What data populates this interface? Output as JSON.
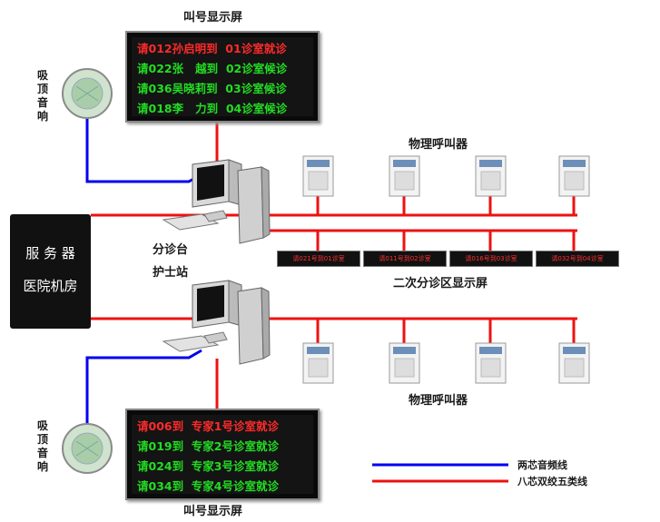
{
  "labels": {
    "top_display": "叫号显示屏",
    "bottom_display": "叫号显示屏",
    "ceiling_speaker": "吸顶音响",
    "physical_pager": "物理呼叫器",
    "triage_desk": "分诊台",
    "nurse_station": "护士站",
    "secondary_display": "二次分诊区显示屏"
  },
  "server": {
    "line1": "服 务 器",
    "line2": "医院机房"
  },
  "top_board": [
    {
      "text": "请012孙启明到  01诊室就诊",
      "color": "#ff2a2a"
    },
    {
      "text": "请022张   越到  02诊室候诊",
      "color": "#22dd22"
    },
    {
      "text": "请036吴晓莉到  03诊室候诊",
      "color": "#22dd22"
    },
    {
      "text": "请018李   力到  04诊室候诊",
      "color": "#22dd22"
    }
  ],
  "bottom_board": [
    {
      "text": "请006到  专家1号诊室就诊",
      "color": "#ff2a2a"
    },
    {
      "text": "请019到  专家2号诊室就诊",
      "color": "#22dd22"
    },
    {
      "text": "请024到  专家3号诊室就诊",
      "color": "#22dd22"
    },
    {
      "text": "请034到  专家4号诊室就诊",
      "color": "#22dd22"
    }
  ],
  "mini_displays": [
    "请021号到01诊室",
    "请011号到02诊室",
    "请016号到03诊室",
    "请032号到04诊室"
  ],
  "legend": [
    {
      "label": "两芯音频线",
      "color": "#0000ee"
    },
    {
      "label": "八芯双绞五类线",
      "color": "#ee1111"
    }
  ],
  "colors": {
    "audio_line": "#0000ee",
    "network_line": "#ee1111"
  }
}
